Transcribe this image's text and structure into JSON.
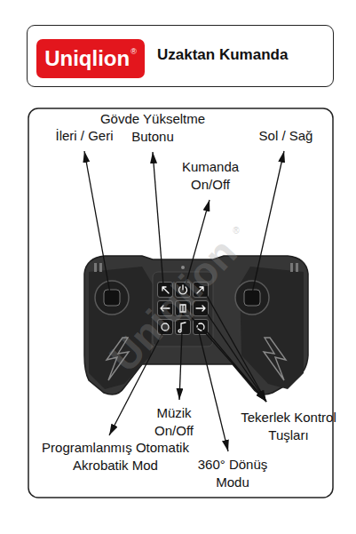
{
  "diagram": {
    "nodes": [
      {
        "text": [
          "Uzaktan Kumanda"
        ]
      },
      {
        "text": [
          "Uniqlion",
          "®"
        ],
        "in": 0
      }
    ],
    "labels": [
      "İleri / Geri",
      "Gövde Yükseltme Butonu",
      "Sol / Sağ",
      "Kumanda On/Off",
      "Müzik On/Off",
      "Tekerlek Kontrol Tuşları",
      "Programlanmış Otomatik Akrobatik Mod",
      "360° Dönüş Modu",
      "Uniqlion",
      "®"
    ]
  }
}
